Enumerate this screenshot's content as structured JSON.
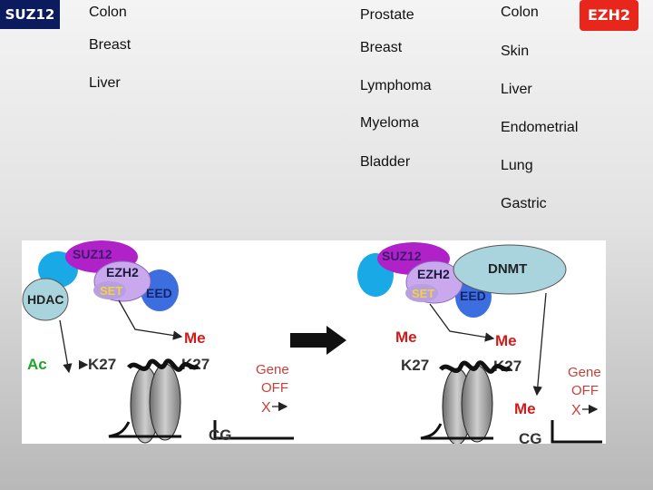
{
  "badges": {
    "left": "SUZ12",
    "right": "EZH2"
  },
  "columns": {
    "col1": [
      "Colon",
      "Breast",
      "Liver"
    ],
    "col2": [
      "Prostate",
      "Breast",
      "Lymphoma",
      "Myeloma",
      "Bladder"
    ],
    "col3": [
      "Colon",
      "Skin",
      "Liver",
      "Endometrial",
      "Lung",
      "Gastric"
    ]
  },
  "diagram": {
    "left": {
      "suz12": "SUZ12",
      "ezh2": "EZH2",
      "set": "SET",
      "eed": "EED",
      "hdac": "HDAC",
      "ac": "Ac",
      "k27_left": "K27",
      "k27_right": "K27",
      "me": "Me",
      "gene": "Gene",
      "off": "OFF",
      "x": "X",
      "cg": "CG"
    },
    "right": {
      "suz12": "SUZ12",
      "ezh2": "EZH2",
      "set": "SET",
      "eed": "EED",
      "dnmt": "DNMT",
      "me_left": "Me",
      "me_right": "Me",
      "me_cg": "Me",
      "k27_left": "K27",
      "k27_right": "K27",
      "gene": "Gene",
      "off": "OFF",
      "x": "X",
      "cg": "CG"
    }
  },
  "colors": {
    "suz12_purple": "#b021c8",
    "ezh2_lavender": "#c9a8ee",
    "eed_blue": "#3d6ee0",
    "hdac_teal": "#a9d4de",
    "cyan": "#19a9e6",
    "set_yellow": "#f3d23f",
    "me_red": "#d11a1a",
    "ac_green": "#1fa52a",
    "gene_red": "#c9403a"
  }
}
